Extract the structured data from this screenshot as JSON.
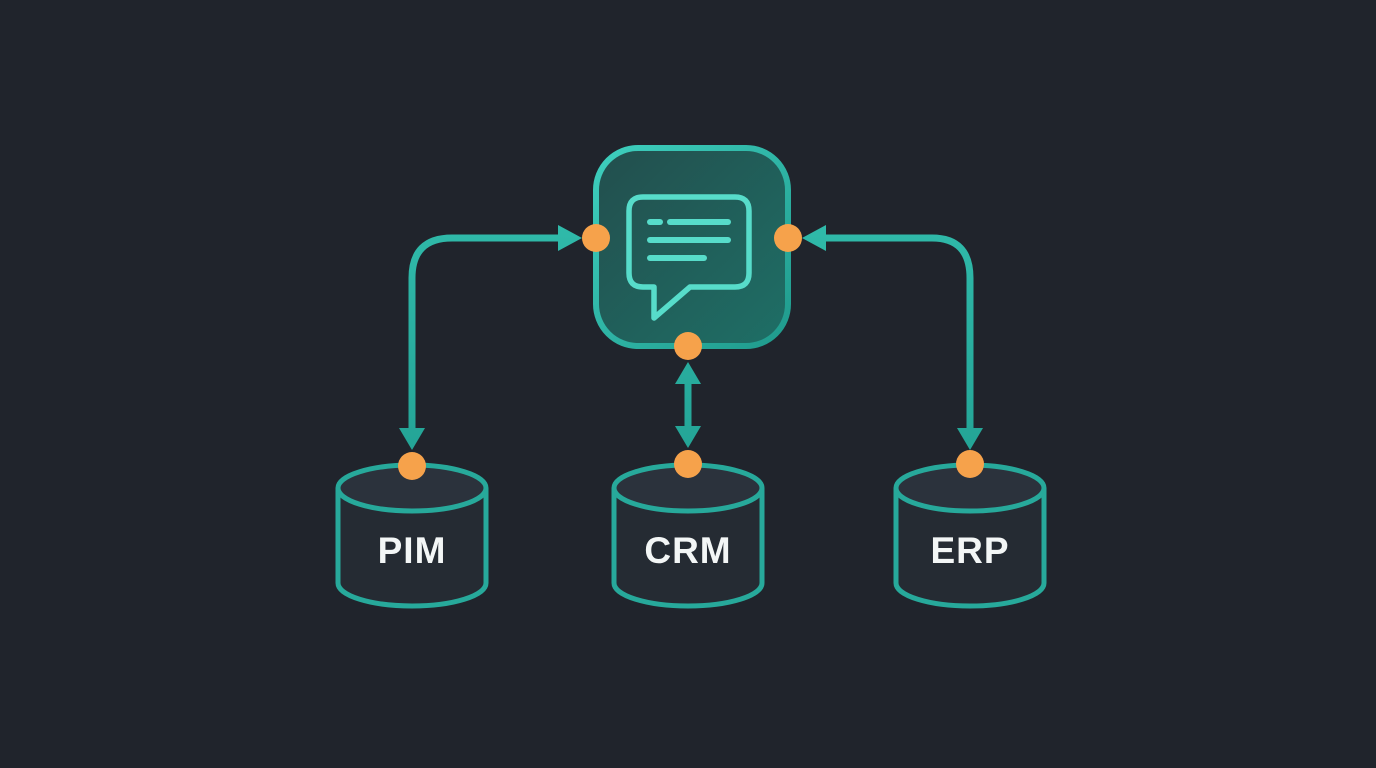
{
  "diagram": {
    "hub": {
      "icon": "chat-message-icon"
    },
    "connectors": [
      {
        "id": "hub-to-pim",
        "direction": "bidirectional"
      },
      {
        "id": "hub-to-crm",
        "direction": "bidirectional"
      },
      {
        "id": "hub-to-erp",
        "direction": "bidirectional"
      }
    ],
    "nodes": [
      {
        "id": "pim",
        "label": "PIM",
        "type": "database-cylinder"
      },
      {
        "id": "crm",
        "label": "CRM",
        "type": "database-cylinder"
      },
      {
        "id": "erp",
        "label": "ERP",
        "type": "database-cylinder"
      }
    ],
    "colors": {
      "background": "#20242c",
      "teal": "#1da295",
      "teal_bright": "#57dcca",
      "hub_fill_start": "#234e4d",
      "hub_fill_end": "#1e6f66",
      "orange": "#f6a24b",
      "cylinder_fill": "#252b33",
      "cylinder_top_fill": "#2b323c",
      "text": "#f3f6f6"
    }
  }
}
